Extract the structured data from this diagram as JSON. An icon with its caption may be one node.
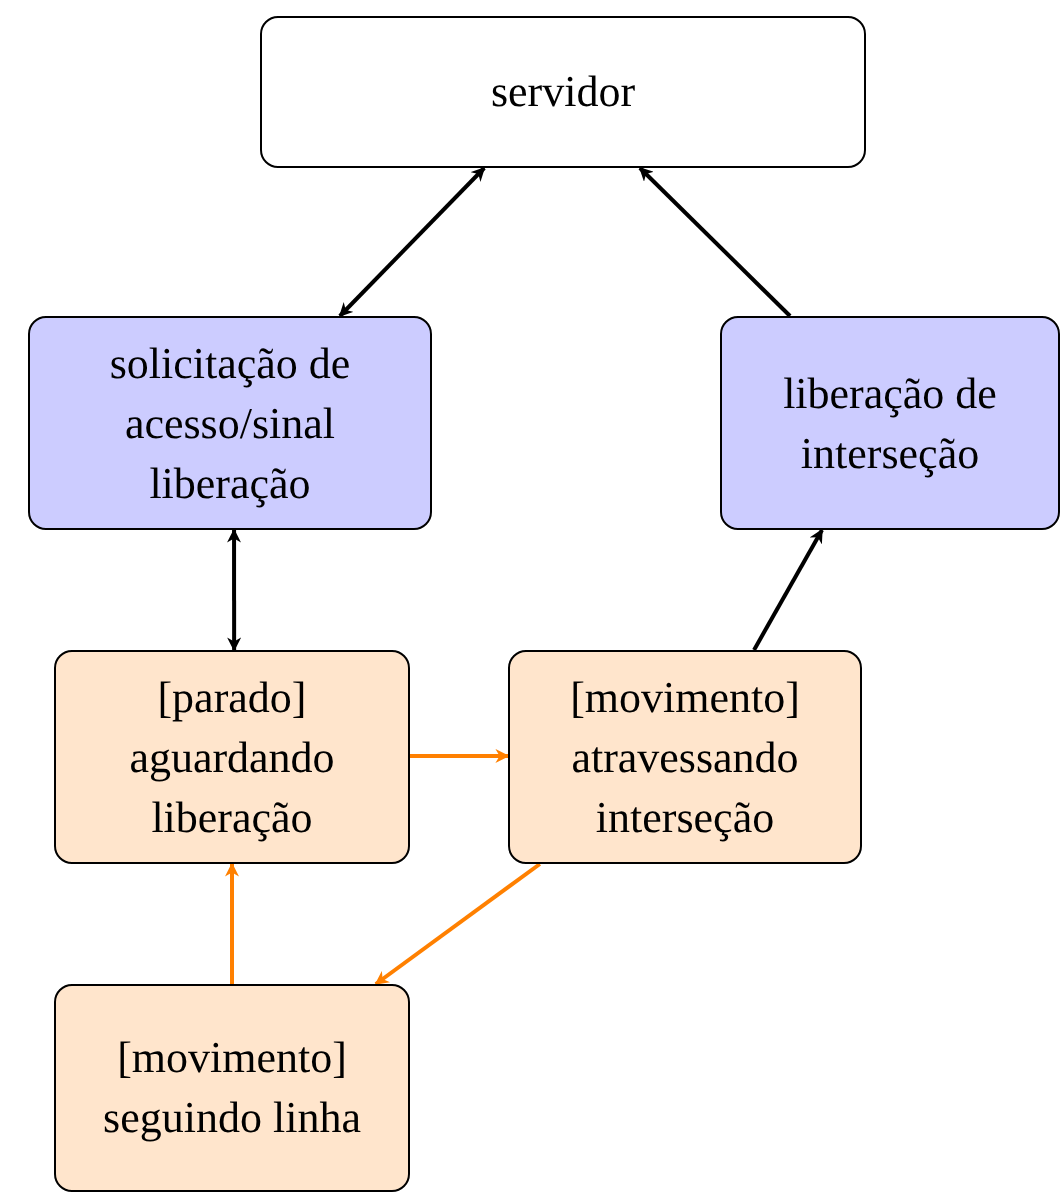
{
  "diagram": {
    "nodes": [
      {
        "text": [
          "servidor"
        ]
      },
      {
        "text": [
          "solicitação de acesso/sinal liberação"
        ]
      },
      {
        "text": [
          "liberação de interseção"
        ]
      },
      {
        "text": [
          "[parado] aguardando liberação"
        ]
      },
      {
        "text": [
          "[movimento] atravessando interseção"
        ]
      },
      {
        "text": [
          "[movimento] seguindo linha"
        ]
      }
    ],
    "edges": [
      {
        "from": 0,
        "to": 1,
        "arrow": "both"
      },
      {
        "from": 2,
        "to": 0,
        "arrow": "to"
      },
      {
        "from": 1,
        "to": 3,
        "arrow": "both"
      },
      {
        "from": 3,
        "to": 4,
        "arrow": "to",
        "color": "#ff8000"
      },
      {
        "from": 4,
        "to": 2,
        "arrow": "to"
      },
      {
        "from": 4,
        "to": 5,
        "arrow": "to",
        "color": "#ff8000"
      },
      {
        "from": 5,
        "to": 3,
        "arrow": "to",
        "color": "#ff8000"
      }
    ]
  }
}
